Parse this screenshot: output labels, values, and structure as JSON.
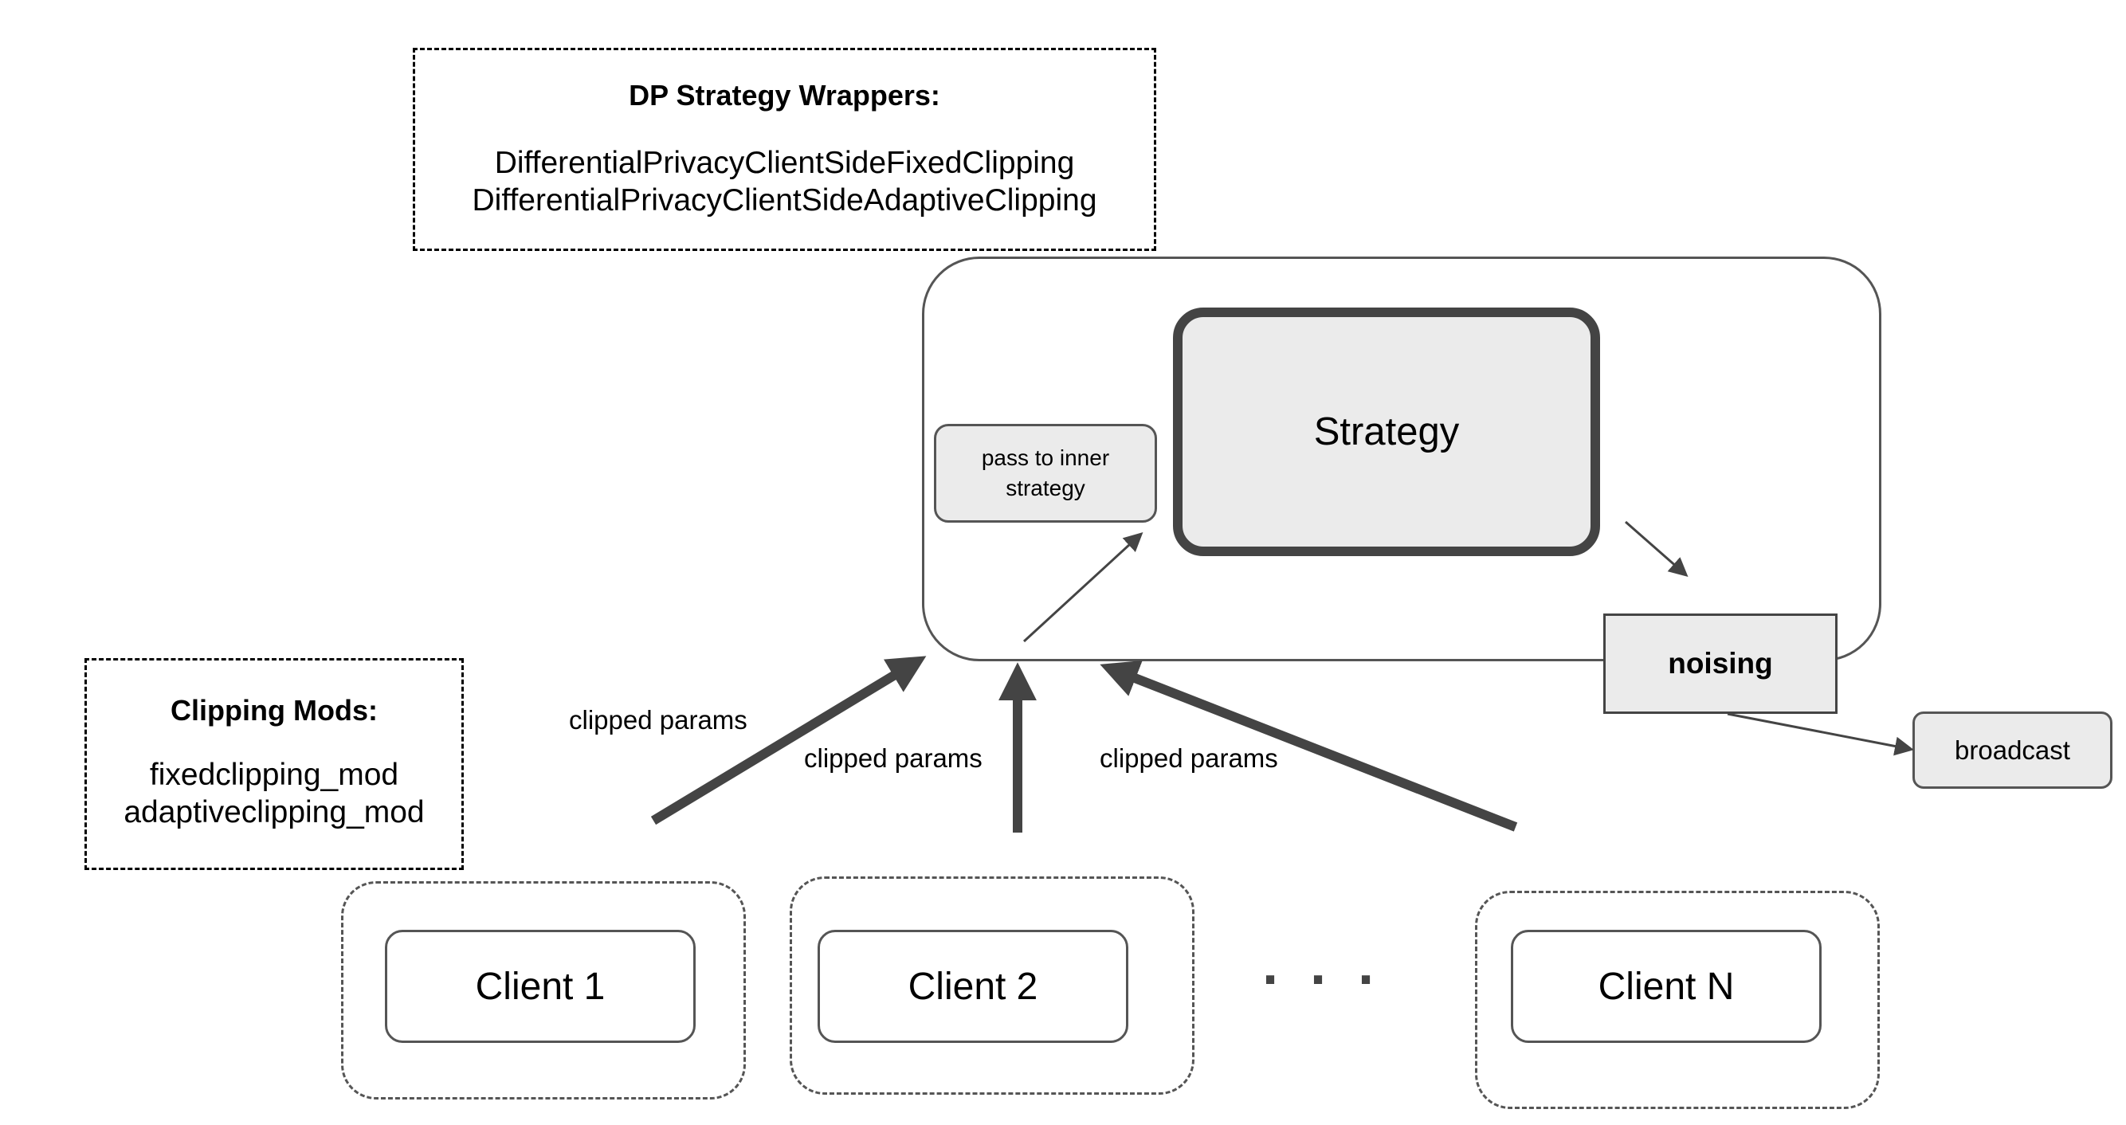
{
  "wrappers": {
    "title": "DP Strategy Wrappers:",
    "items": [
      "DifferentialPrivacyClientSideFixedClipping",
      "DifferentialPrivacyClientSideAdaptiveClipping"
    ]
  },
  "mods": {
    "title": "Clipping Mods:",
    "items": [
      "fixedclipping_mod",
      "adaptiveclipping_mod"
    ]
  },
  "server": {
    "strategy_label": "Strategy",
    "pass_label": "pass to inner strategy",
    "noising_label": "noising",
    "broadcast_label": "broadcast"
  },
  "edges": {
    "left": "clipped params",
    "middle": "clipped params",
    "right": "clipped params"
  },
  "clients": [
    "Client 1",
    "Client 2",
    "Client N"
  ],
  "ellipsis": "· · ·",
  "colors": {
    "stroke_dark": "#444444",
    "stroke_mid": "#555555",
    "fill_grey": "#ebebeb"
  }
}
